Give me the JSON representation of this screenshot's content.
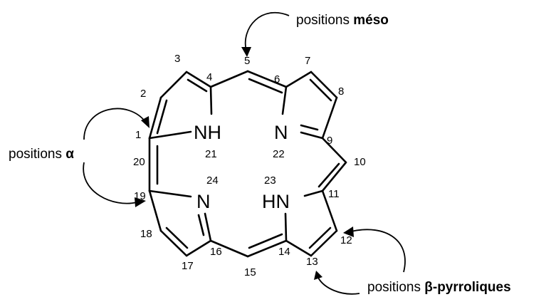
{
  "labels": {
    "meso_prefix": "positions ",
    "meso_bold": "méso",
    "alpha_prefix": "positions ",
    "alpha_bold": "α",
    "beta_prefix": "positions ",
    "beta_bold": "β-pyrroliques"
  },
  "atoms": {
    "nh21": "NH",
    "n22": "N",
    "n24": "N",
    "hn23": "HN"
  },
  "numbers": {
    "n1": "1",
    "n2": "2",
    "n3": "3",
    "n4": "4",
    "n5": "5",
    "n6": "6",
    "n7": "7",
    "n8": "8",
    "n9": "9",
    "n10": "10",
    "n11": "11",
    "n12": "12",
    "n13": "13",
    "n14": "14",
    "n15": "15",
    "n16": "16",
    "n17": "17",
    "n18": "18",
    "n19": "19",
    "n20": "20",
    "n21": "21",
    "n22": "22",
    "n23": "23",
    "n24": "24"
  }
}
